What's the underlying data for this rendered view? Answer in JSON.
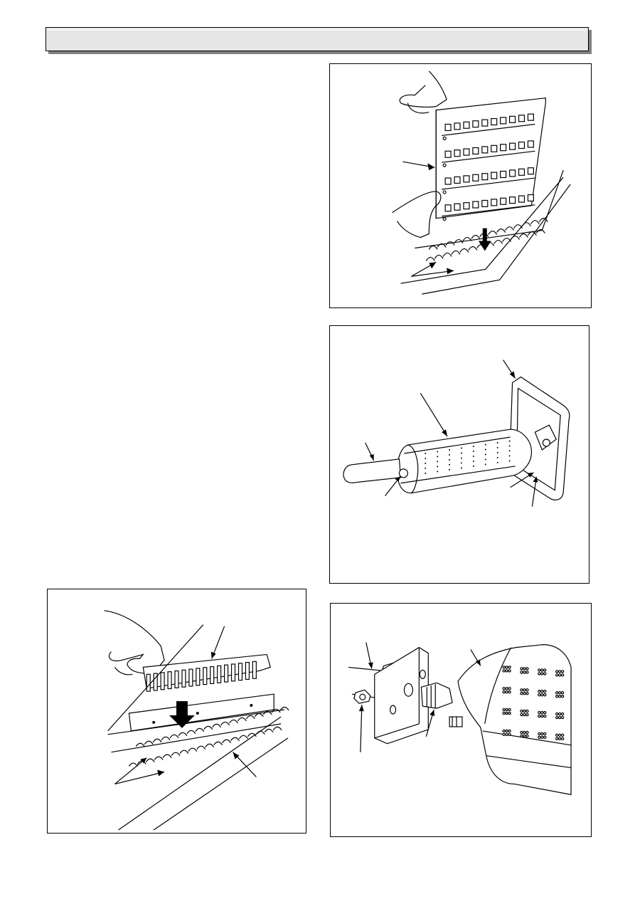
{
  "header": {
    "title": ""
  },
  "figures": [
    {
      "id": "fig1",
      "icon": "comb-insertion-illustration",
      "caption": ""
    },
    {
      "id": "fig2",
      "icon": "burner-assembly-illustration",
      "caption": ""
    },
    {
      "id": "fig3",
      "icon": "burner-comb-fitting-illustration",
      "caption": ""
    },
    {
      "id": "fig4",
      "icon": "injector-mounting-illustration",
      "caption": ""
    }
  ],
  "colors": {
    "header_fill": "#e6e6e6",
    "header_shadow": "#808080",
    "line": "#000000"
  }
}
